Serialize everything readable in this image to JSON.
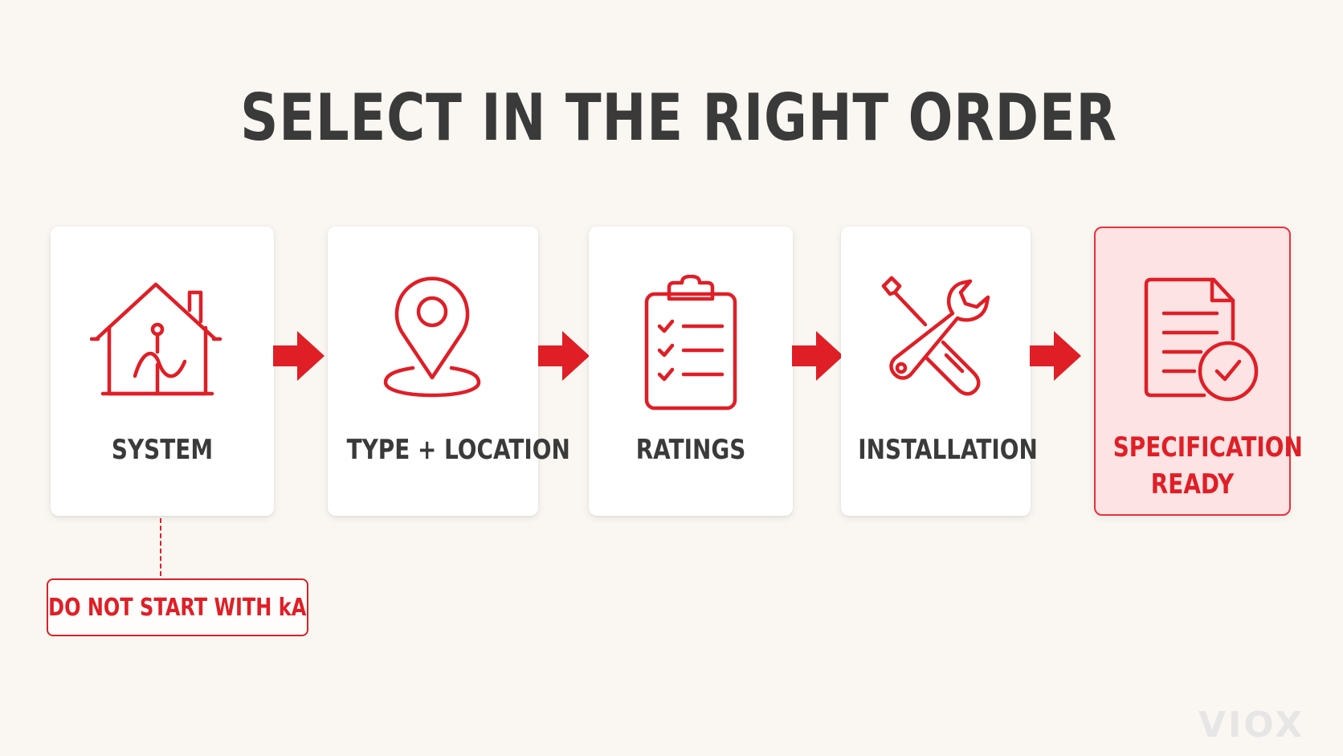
{
  "title": "SELECT IN THE RIGHT ORDER",
  "steps": [
    {
      "label": "SYSTEM",
      "icon": "house-icon"
    },
    {
      "label": "TYPE + LOCATION",
      "icon": "location-pin-icon"
    },
    {
      "label": "RATINGS",
      "icon": "clipboard-checklist-icon"
    },
    {
      "label": "INSTALLATION",
      "icon": "tools-icon"
    },
    {
      "label": "SPECIFICATION READY",
      "icon": "document-check-icon"
    }
  ],
  "warning": "DO NOT START WITH kA",
  "brand": "VIOX",
  "colors": {
    "accent": "#e01e26",
    "text": "#3a3a3a",
    "background": "#faf7f2",
    "final_card": "#fde3e3"
  }
}
